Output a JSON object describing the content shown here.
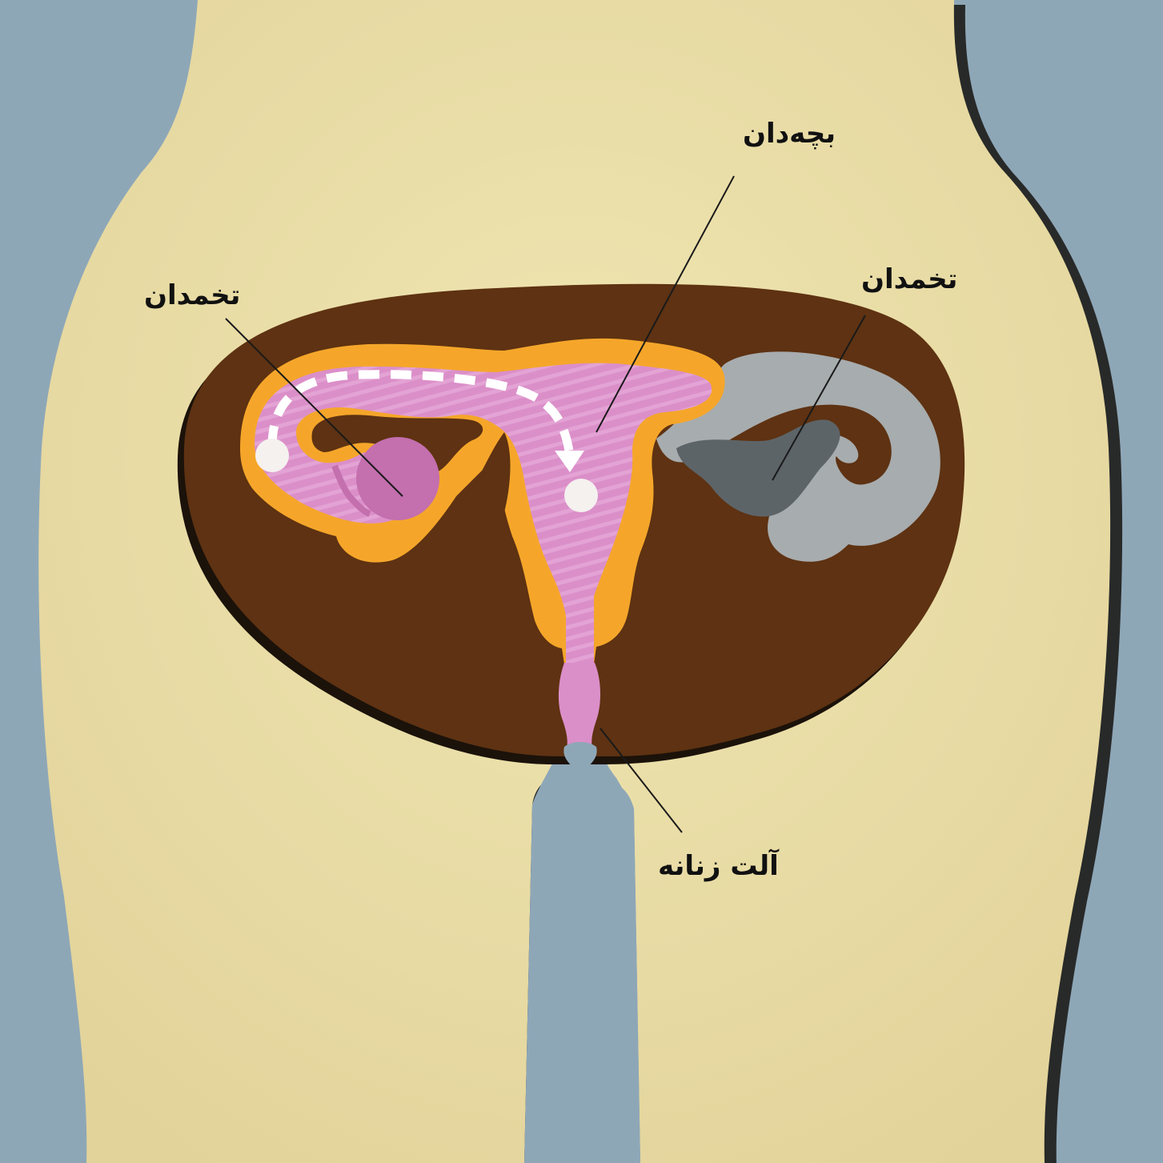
{
  "labels": {
    "uterus": "بچه‌دان",
    "ovary_left": "تخمدان",
    "ovary_right": "تخمدان",
    "vagina": "آلت زنانه"
  },
  "colors": {
    "background": "#8ea7b7",
    "skin": "#ece0a4",
    "pelvic_cavity": "#5e3212",
    "uterus_wall": "#f5a62a",
    "uterus_inner": "#db8fc9",
    "ovary": "#c46fae",
    "right_side_outer": "#a7acae",
    "right_side_inner": "#5d6468",
    "egg": "#f4f1ef",
    "leader_line": "#1a1a1a"
  },
  "icons": {
    "egg_path_arrow": "dashed-arrow-icon"
  }
}
